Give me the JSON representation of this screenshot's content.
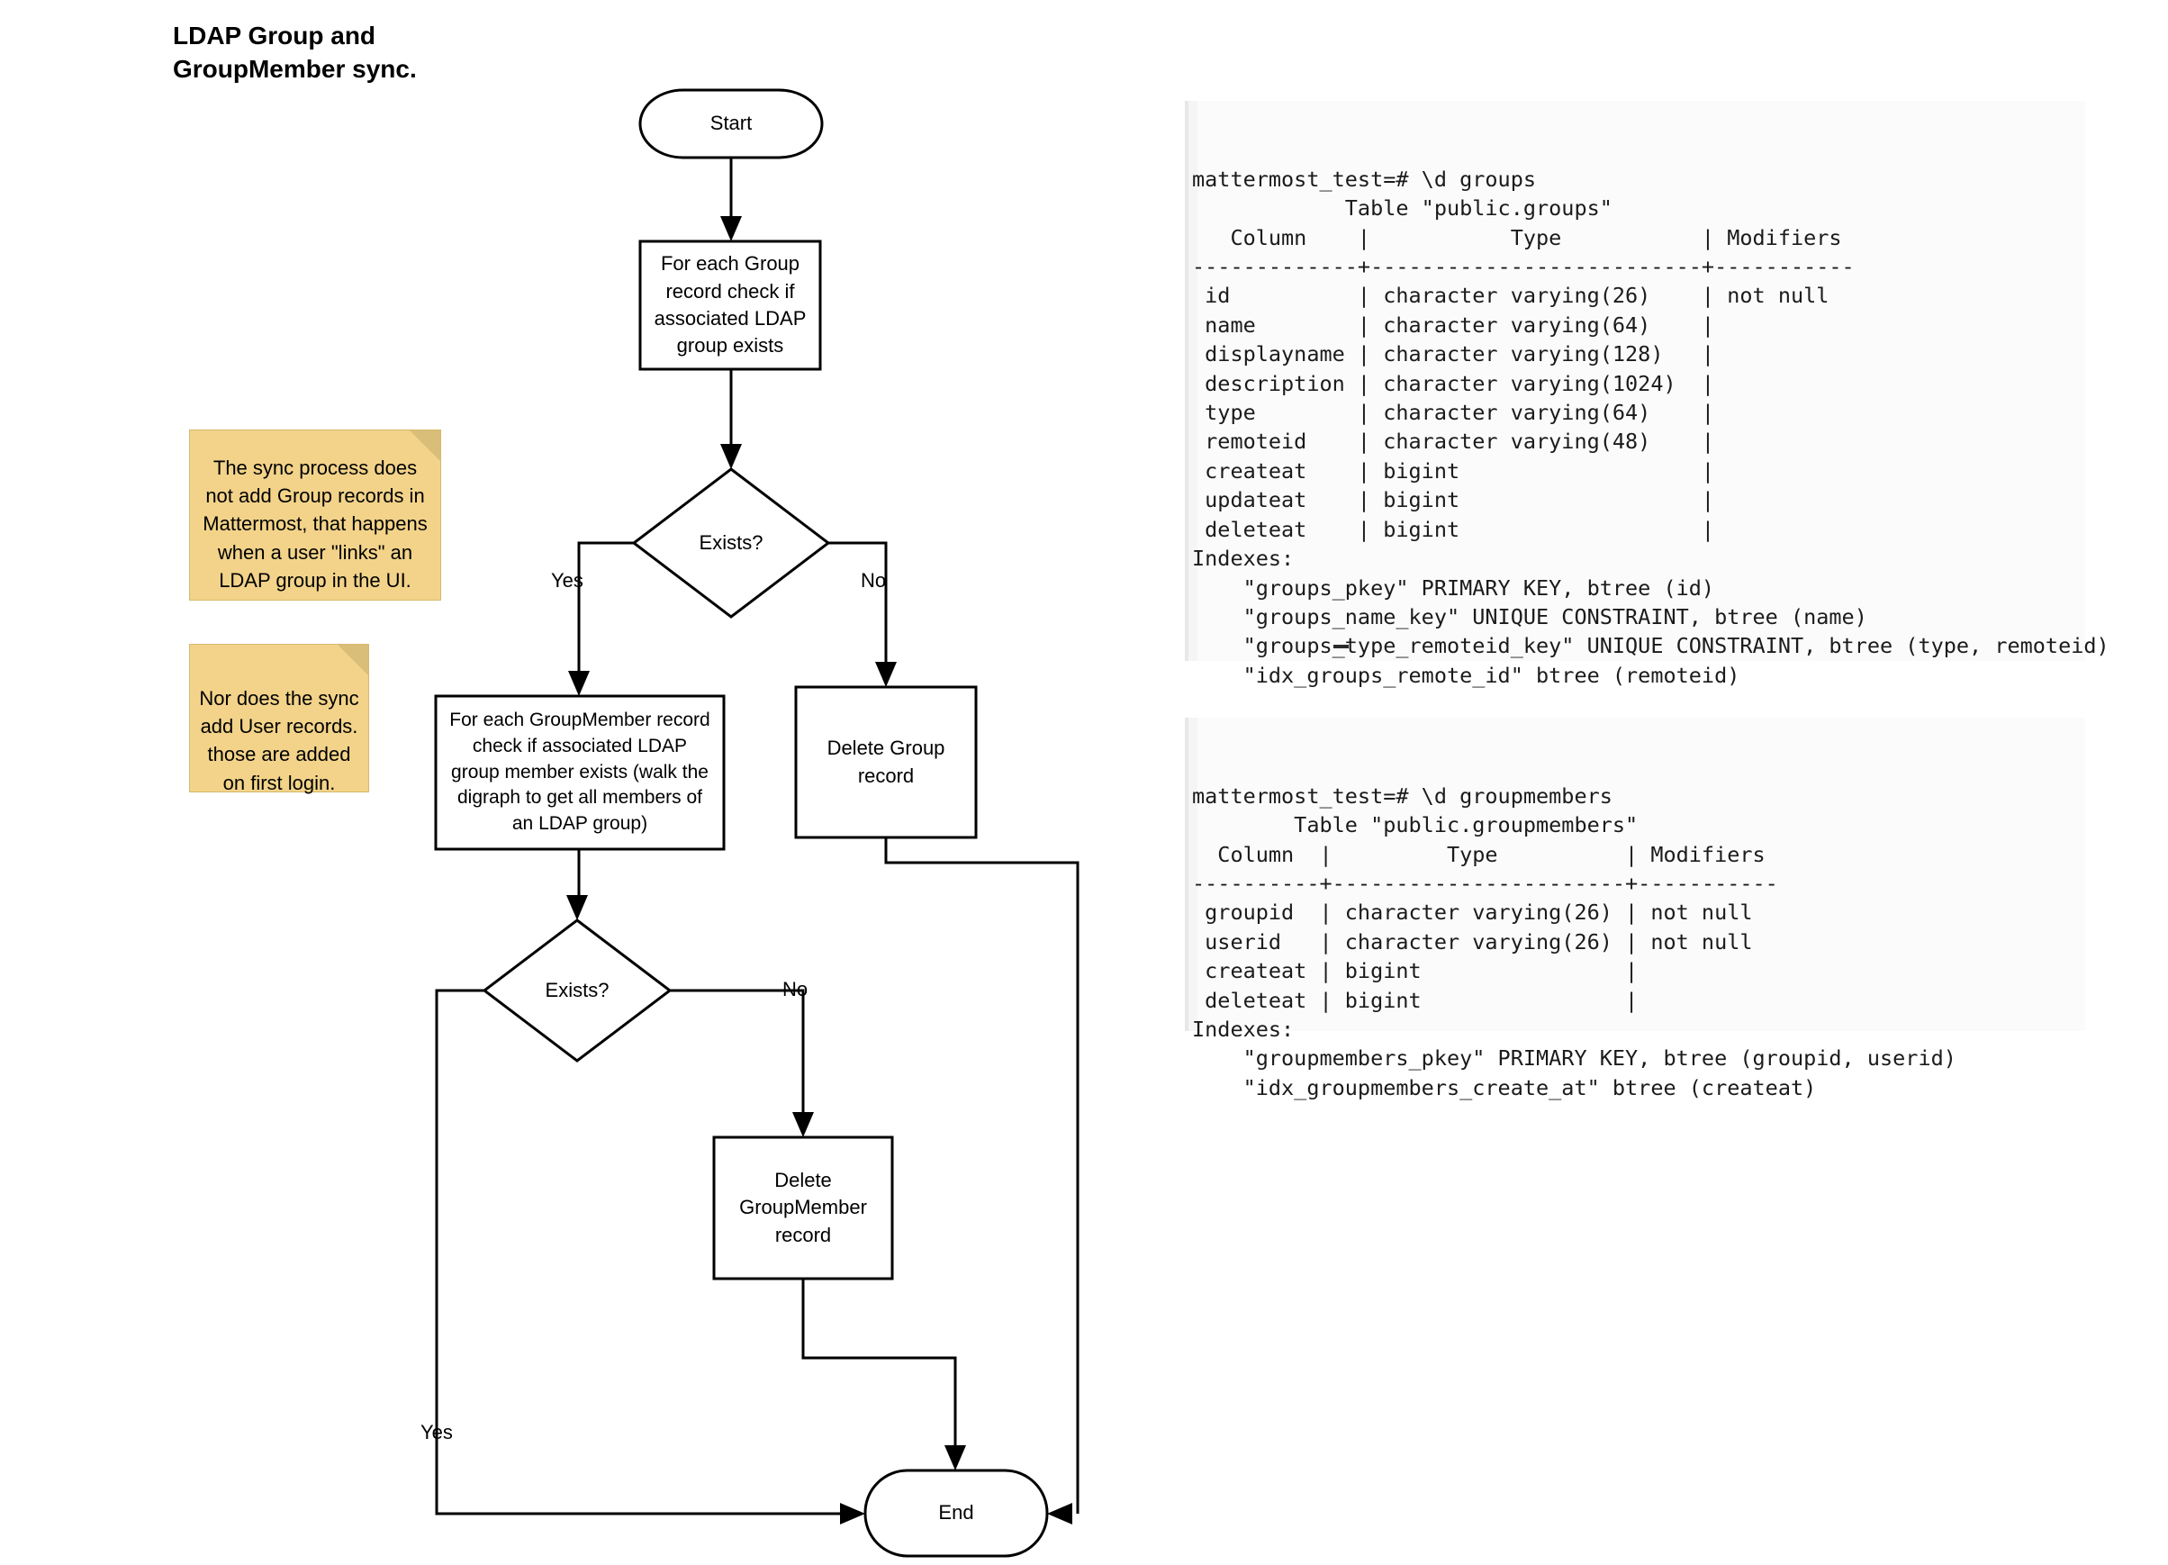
{
  "title": "LDAP Group and\nGroupMember sync.",
  "flowchart": {
    "nodes": {
      "start": "Start",
      "for_each_group": "For each Group\nrecord check if\nassociated LDAP\ngroup exists",
      "exists_1": "Exists?",
      "for_each_groupmember": "For each GroupMember record\ncheck if associated LDAP\ngroup member exists (walk the\ndigraph to get all members of\nan LDAP group)",
      "delete_group": "Delete Group\nrecord",
      "exists_2": "Exists?",
      "delete_groupmember": "Delete\nGroupMember\nrecord",
      "end": "End"
    },
    "edge_labels": {
      "exists1_yes": "Yes",
      "exists1_no": "No",
      "exists2_no": "No",
      "exists2_yes": "Yes"
    }
  },
  "notes": [
    {
      "id": "note-no-group-add",
      "text": "The sync process does\nnot add Group records in\nMattermost, that happens\nwhen a user \"links\" an\nLDAP group in the UI."
    },
    {
      "id": "note-no-user-add",
      "text": "Nor does the sync\nadd User records.\nthose are added\non first login."
    }
  ],
  "terminals": [
    {
      "id": "groups-table",
      "prompt": "mattermost_test=# \\d groups",
      "lines": [
        "mattermost_test=# \\d groups",
        "            Table \"public.groups\"",
        "   Column    |           Type           | Modifiers ",
        "-------------+--------------------------+-----------",
        " id          | character varying(26)    | not null",
        " name        | character varying(64)    |",
        " displayname | character varying(128)   |",
        " description | character varying(1024)  |",
        " type        | character varying(64)    |",
        " remoteid    | character varying(48)    |",
        " createat    | bigint                   |",
        " updateat    | bigint                   |",
        " deleteat    | bigint                   |",
        "Indexes:",
        "    \"groups_pkey\" PRIMARY KEY, btree (id)",
        "    \"groups_name_key\" UNIQUE CONSTRAINT, btree (name)",
        "    \"groups_type_remoteid_key\" UNIQUE CONSTRAINT, btree (type, remoteid)",
        "    \"idx_groups_remote_id\" btree (remoteid)",
        ""
      ],
      "has_cursor": true
    },
    {
      "id": "groupmembers-table",
      "prompt": "mattermost_test=# \\d groupmembers",
      "lines": [
        "mattermost_test=# \\d groupmembers",
        "        Table \"public.groupmembers\"",
        "  Column  |         Type          | Modifiers ",
        "----------+-----------------------+-----------",
        " groupid  | character varying(26) | not null",
        " userid   | character varying(26) | not null",
        " createat | bigint                |",
        " deleteat | bigint                |",
        "Indexes:",
        "    \"groupmembers_pkey\" PRIMARY KEY, btree (groupid, userid)",
        "    \"idx_groupmembers_create_at\" btree (createat)",
        ""
      ],
      "has_cursor": false
    }
  ],
  "colors": {
    "note_fill": "#f2d389",
    "note_fold": "#d9be79",
    "stroke": "#000000",
    "terminal_bg": "#fbfbfb"
  }
}
